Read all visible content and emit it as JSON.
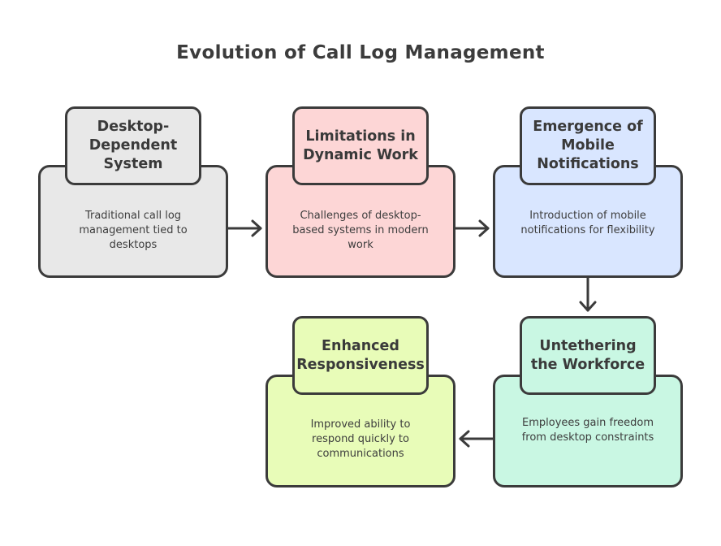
{
  "diagram": {
    "title": "Evolution of Call Log Management",
    "steps": [
      {
        "heading": "Desktop-\nDependent\nSystem",
        "description": "Traditional call log management tied to desktops",
        "color": "#e8e8e8"
      },
      {
        "heading": "Limitations in Dynamic Work",
        "description": "Challenges of desktop-based systems in modern work",
        "color": "#fdd6d6"
      },
      {
        "heading": "Emergence of Mobile Notifications",
        "description": "Introduction of mobile notifications for flexibility",
        "color": "#d9e6ff"
      },
      {
        "heading": "Untethering the Workforce",
        "description": "Employees gain freedom from desktop constraints",
        "color": "#c9f7e3"
      },
      {
        "heading": "Enhanced Responsiveness",
        "description": "Improved ability to respond quickly to communications",
        "color": "#e8fcb8"
      }
    ]
  }
}
